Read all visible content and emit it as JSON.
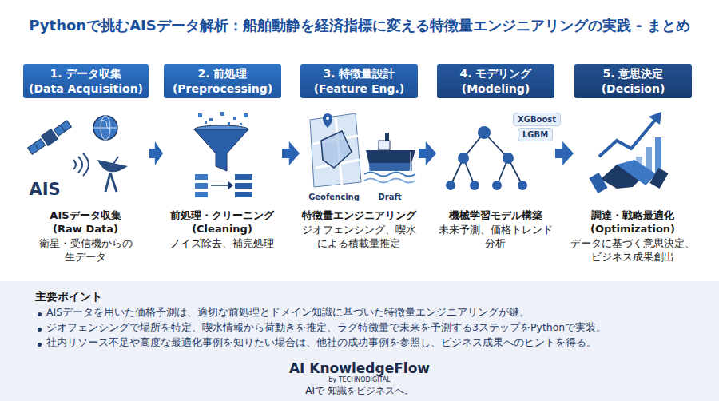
{
  "diagram": {
    "title": "Pythonで挑むAISデータ解析：船舶動静を経済指標に変える特徴量エンジニアリングの実践 - まとめ",
    "nodes": [
      {
        "text": [
          "1. データ収集",
          "(Data Acquisition)"
        ]
      },
      {
        "text": [
          "2. 前処理",
          "(Preprocessing)"
        ]
      },
      {
        "text": [
          "3. 特徴量設計",
          "(Feature Eng.)"
        ]
      },
      {
        "text": [
          "4. モデリング",
          "(Modeling)"
        ]
      },
      {
        "text": [
          "5. 意思決定",
          "(Decision)"
        ]
      },
      {
        "text": [
          "XGBoost"
        ]
      },
      {
        "text": [
          "LGBM"
        ]
      }
    ],
    "edges": [
      {
        "from": 0,
        "to": 1,
        "arrow": "to"
      },
      {
        "from": 1,
        "to": 2,
        "arrow": "to"
      },
      {
        "from": 2,
        "to": 3,
        "arrow": "to"
      },
      {
        "from": 3,
        "to": 4,
        "arrow": "to"
      }
    ],
    "labels": [
      "AIS",
      "Geofencing",
      "Draft",
      "AISデータ収集",
      "(Raw Data)",
      "衛星・受信機からの生データ",
      "前処理・クリーニング",
      "(Cleaning)",
      "ノイズ除去、補完処理",
      "特徴量エンジニアリング",
      "ジオフェンシング、喫水による積載量推定",
      "機械学習モデル構築",
      "未来予測、価格トレンド分析",
      "調達・戦略最適化",
      "(Optimization)",
      "データに基づく意思決定、ビジネス成果創出",
      "主要ポイント",
      "AISデータを用いた価格予測は、適切な前処理とドメイン知識に基づいた特徴量エンジニアリングが鍵。",
      "ジオフェンシングで場所を特定、喫水情報から荷動きを推定、ラグ特徴量で未来を予測する3ステップをPythonで実装。",
      "社内リソース不足や高度な最適化事例を知りたい場合は、他社の成功事例を参照し、ビジネス成果へのヒントを得る。",
      "AI KnowledgeFlow",
      "by TECHNODIGITAL",
      "AIで 知識をビジネスへ。"
    ]
  }
}
